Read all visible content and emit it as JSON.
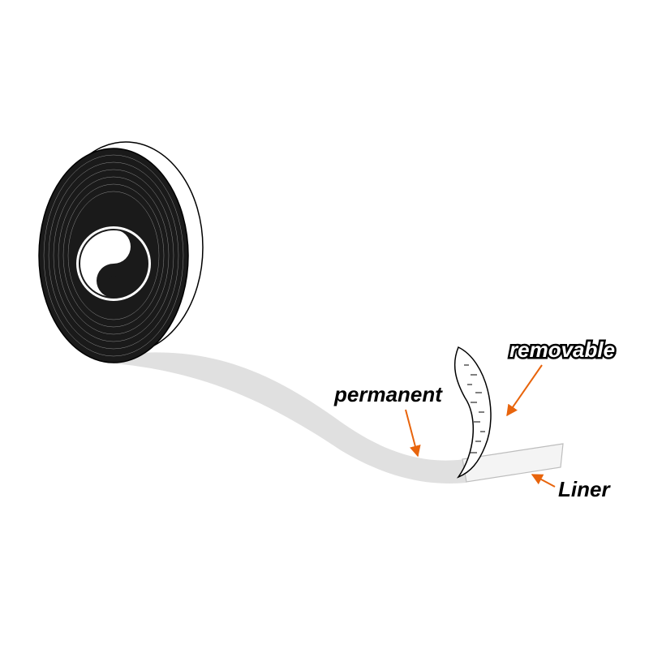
{
  "labels": {
    "permanent": "permanent",
    "removable": "removable",
    "liner": "Liner"
  },
  "colors": {
    "arrow": "#e8640c",
    "tape": "#e0e0e0",
    "roll": "#1a1a1a",
    "background": "#ffffff"
  },
  "icons": {
    "roll_core": "yin-yang-icon"
  }
}
